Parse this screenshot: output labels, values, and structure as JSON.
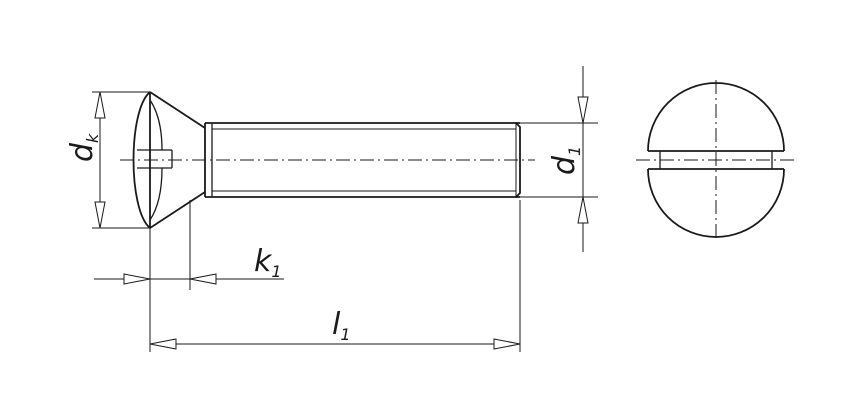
{
  "labels": {
    "dk": {
      "main": "d",
      "sub": "k"
    },
    "d1": {
      "main": "d",
      "sub": "1"
    },
    "k1": {
      "main": "k",
      "sub": "1"
    },
    "l1": {
      "main": "l",
      "sub": "1"
    }
  },
  "colors": {
    "stroke": "#1a1a1a",
    "background": "#ffffff"
  }
}
